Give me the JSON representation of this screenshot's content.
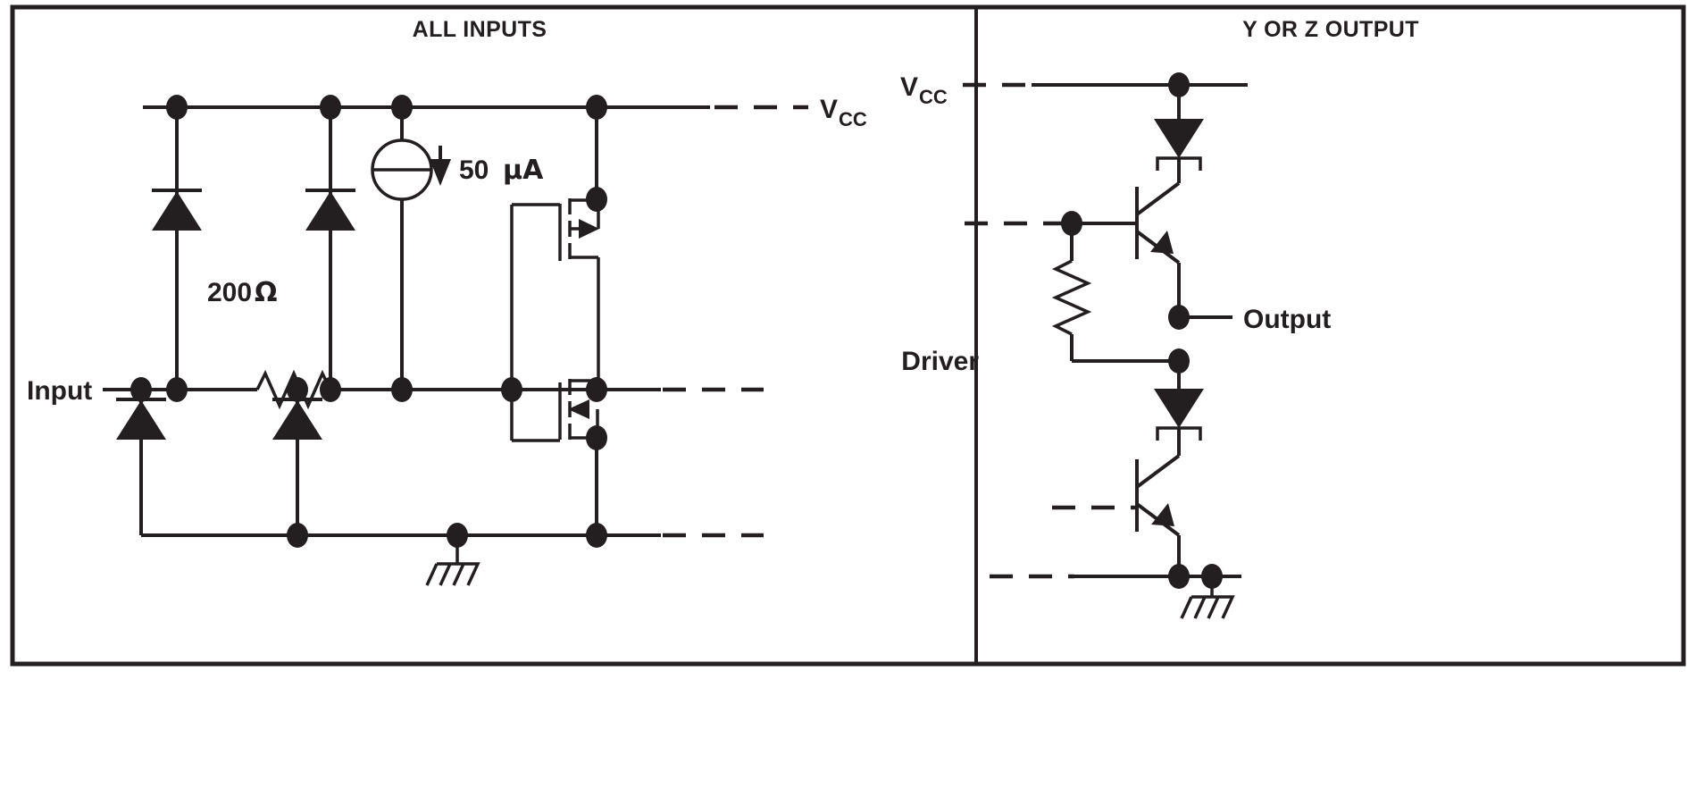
{
  "figure": {
    "panels": [
      {
        "id": "all-inputs",
        "title": "ALL INPUTS",
        "labels": {
          "vcc": "V",
          "vcc_sub": "CC",
          "input": "Input",
          "resistor": "200 ",
          "resistor_unit": "Ω",
          "current_value": "50 ",
          "current_unit": "μA"
        }
      },
      {
        "id": "y-or-z-output",
        "title": "Y OR Z OUTPUT",
        "labels": {
          "vcc": "V",
          "vcc_sub": "CC",
          "output": "Output",
          "driver": "Driver"
        }
      }
    ],
    "colors": {
      "ink": "#231f20",
      "background": "#ffffff"
    },
    "icons": {
      "ground": "ground-symbol",
      "diode": "schottky-diode",
      "current_source": "current-source",
      "resistor": "resistor-zigzag",
      "pmos": "p-channel-mosfet",
      "nmos": "n-channel-mosfet",
      "npn": "npn-schottky-transistor",
      "arrow": "down-arrow"
    }
  }
}
